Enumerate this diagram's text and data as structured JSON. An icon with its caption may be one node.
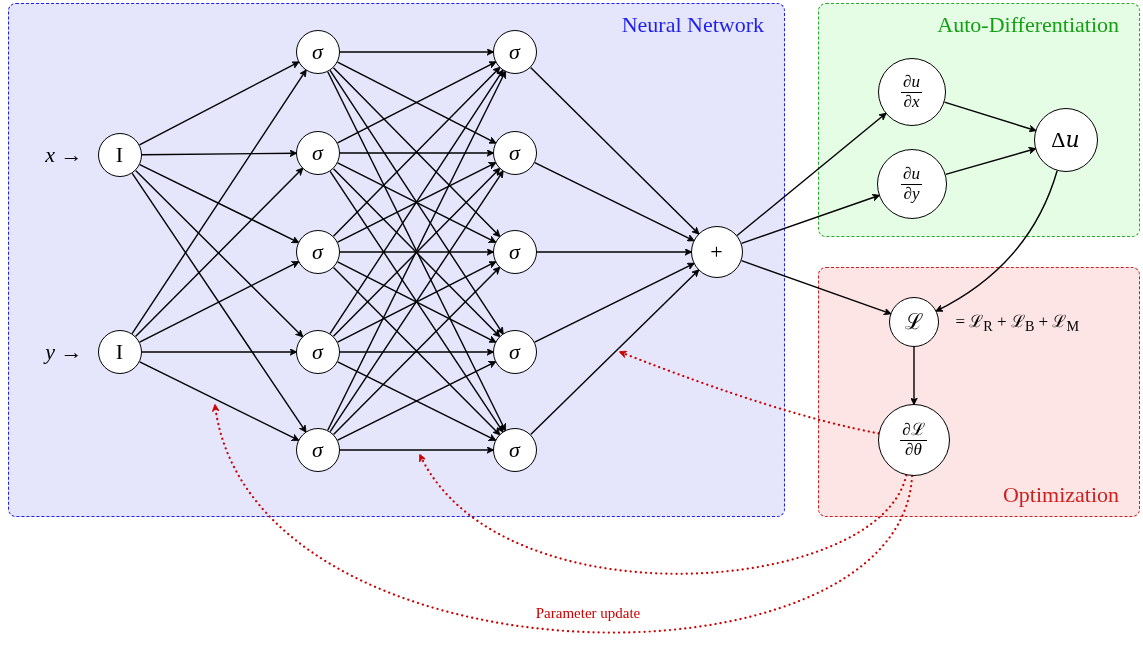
{
  "diagram": {
    "nodes": [
      {
        "text": [
          "Neural Network"
        ]
      },
      {
        "text": [
          "Auto-Differentiation"
        ]
      },
      {
        "text": [
          "Optimization"
        ]
      },
      {
        "text": [
          "I"
        ],
        "in": 0,
        "beside": [
          "*x* →"
        ]
      },
      {
        "text": [
          "I"
        ],
        "in": 0,
        "beside": [
          "*y* →"
        ]
      },
      {
        "text": [
          "σ"
        ],
        "in": 0
      },
      {
        "text": [
          "σ"
        ],
        "in": 0
      },
      {
        "text": [
          "σ"
        ],
        "in": 0
      },
      {
        "text": [
          "σ"
        ],
        "in": 0
      },
      {
        "text": [
          "σ"
        ],
        "in": 0
      },
      {
        "text": [
          "σ"
        ],
        "in": 0
      },
      {
        "text": [
          "σ"
        ],
        "in": 0
      },
      {
        "text": [
          "σ"
        ],
        "in": 0
      },
      {
        "text": [
          "σ"
        ],
        "in": 0
      },
      {
        "text": [
          "σ"
        ],
        "in": 0
      },
      {
        "text": [
          "+"
        ],
        "in": 0
      },
      {
        "text": [
          "∂*u*",
          "∂*x*"
        ],
        "in": 1
      },
      {
        "text": [
          "∂*u*",
          "∂*y*"
        ],
        "in": 1
      },
      {
        "text": [
          "Δ𝑢"
        ],
        "in": 1
      },
      {
        "text": [
          "ℒ"
        ],
        "in": 2,
        "beside": [
          "= ℒ$_{R}$ + ℒ$_{B}$ + ℒ$_{M}$"
        ]
      },
      {
        "text": [
          "∂ℒ",
          "∂*θ*"
        ],
        "in": 2
      }
    ],
    "edges": [
      {
        "from": 3,
        "to": 5,
        "arrow": "to"
      },
      {
        "from": 3,
        "to": 6,
        "arrow": "to"
      },
      {
        "from": 3,
        "to": 7,
        "arrow": "to"
      },
      {
        "from": 3,
        "to": 8,
        "arrow": "to"
      },
      {
        "from": 3,
        "to": 9,
        "arrow": "to"
      },
      {
        "from": 4,
        "to": 5,
        "arrow": "to"
      },
      {
        "from": 4,
        "to": 6,
        "arrow": "to"
      },
      {
        "from": 4,
        "to": 7,
        "arrow": "to"
      },
      {
        "from": 4,
        "to": 8,
        "arrow": "to"
      },
      {
        "from": 4,
        "to": 9,
        "arrow": "to"
      },
      {
        "from": 5,
        "to": 10,
        "arrow": "to"
      },
      {
        "from": 5,
        "to": 11,
        "arrow": "to"
      },
      {
        "from": 5,
        "to": 12,
        "arrow": "to"
      },
      {
        "from": 5,
        "to": 13,
        "arrow": "to"
      },
      {
        "from": 5,
        "to": 14,
        "arrow": "to"
      },
      {
        "from": 6,
        "to": 10,
        "arrow": "to"
      },
      {
        "from": 6,
        "to": 11,
        "arrow": "to"
      },
      {
        "from": 6,
        "to": 12,
        "arrow": "to"
      },
      {
        "from": 6,
        "to": 13,
        "arrow": "to"
      },
      {
        "from": 6,
        "to": 14,
        "arrow": "to"
      },
      {
        "from": 7,
        "to": 10,
        "arrow": "to"
      },
      {
        "from": 7,
        "to": 11,
        "arrow": "to"
      },
      {
        "from": 7,
        "to": 12,
        "arrow": "to"
      },
      {
        "from": 7,
        "to": 13,
        "arrow": "to"
      },
      {
        "from": 7,
        "to": 14,
        "arrow": "to"
      },
      {
        "from": 8,
        "to": 10,
        "arrow": "to"
      },
      {
        "from": 8,
        "to": 11,
        "arrow": "to"
      },
      {
        "from": 8,
        "to": 12,
        "arrow": "to"
      },
      {
        "from": 8,
        "to": 13,
        "arrow": "to"
      },
      {
        "from": 8,
        "to": 14,
        "arrow": "to"
      },
      {
        "from": 9,
        "to": 10,
        "arrow": "to"
      },
      {
        "from": 9,
        "to": 11,
        "arrow": "to"
      },
      {
        "from": 9,
        "to": 12,
        "arrow": "to"
      },
      {
        "from": 9,
        "to": 13,
        "arrow": "to"
      },
      {
        "from": 9,
        "to": 14,
        "arrow": "to"
      },
      {
        "from": 10,
        "to": 15,
        "arrow": "to"
      },
      {
        "from": 11,
        "to": 15,
        "arrow": "to"
      },
      {
        "from": 12,
        "to": 15,
        "arrow": "to"
      },
      {
        "from": 13,
        "to": 15,
        "arrow": "to"
      },
      {
        "from": 14,
        "to": 15,
        "arrow": "to"
      },
      {
        "from": 15,
        "to": 16,
        "arrow": "to"
      },
      {
        "from": 15,
        "to": 17,
        "arrow": "to"
      },
      {
        "from": 15,
        "to": 19,
        "arrow": "to"
      },
      {
        "from": 16,
        "to": 18,
        "arrow": "to"
      },
      {
        "from": 17,
        "to": 18,
        "arrow": "to"
      },
      {
        "from": 18,
        "to": 19,
        "arrow": "to"
      },
      {
        "from": 19,
        "to": 20,
        "arrow": "to"
      },
      {
        "from": 20,
        "to": null,
        "arrow": "to",
        "style": "dashed",
        "color": "#cc0000"
      },
      {
        "from": 20,
        "to": null,
        "arrow": "to",
        "style": "dashed",
        "color": "#cc0000"
      },
      {
        "from": 20,
        "to": null,
        "arrow": "to",
        "style": "dashed",
        "color": "#cc0000",
        "label": "Parameter update"
      }
    ]
  }
}
